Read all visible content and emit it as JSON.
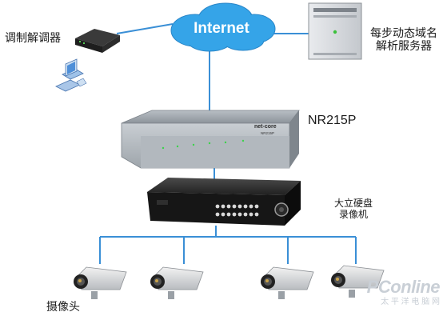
{
  "cloud": {
    "label": "Internet"
  },
  "modem": {
    "label": "调制解调器"
  },
  "dns_server": {
    "label": "每步动态域名解析服务器"
  },
  "router": {
    "label": "NR215P",
    "brand_text": "net-core",
    "model_text": "NR215P"
  },
  "dvr": {
    "label": "大立硬盘录像机"
  },
  "cameras": {
    "label": "摄像头"
  },
  "watermark": {
    "main": "PConline",
    "sub": "太 平 洋 电 脑 网"
  },
  "colors": {
    "line": "#3a8fd6",
    "cloud": "#35a4e8",
    "router_body": "#9aa1a8",
    "dvr_body": "#1b1b1b"
  },
  "icons": [
    "cloud-icon",
    "server-icon",
    "modem-icon",
    "computer-icon",
    "router-icon",
    "dvr-icon",
    "camera-icon"
  ]
}
